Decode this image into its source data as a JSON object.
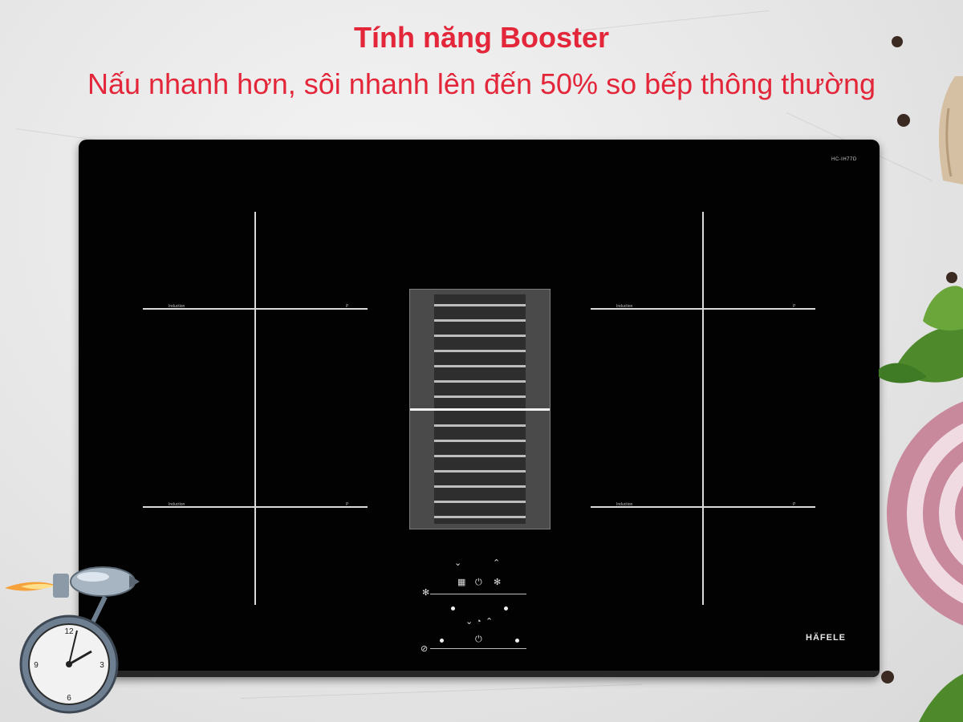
{
  "header": {
    "title": "Tính năng Booster",
    "subtitle": "Nấu nhanh hơn, sôi nhanh lên đến 50% so  bếp thông thường",
    "title_color": "#e3263a"
  },
  "cooktop": {
    "model": "HC-IH77D",
    "brand": "HÄFELE",
    "zones": [
      {
        "label_left": "Induction",
        "label_right": "P"
      },
      {
        "label_left": "Induction",
        "label_right": "P"
      },
      {
        "label_left": "Induction",
        "label_right": "P"
      },
      {
        "label_left": "Induction",
        "label_right": "P"
      }
    ]
  },
  "icons": {
    "fan": "fan-icon",
    "power": "power-icon",
    "timer": "timer-icon",
    "up": "chevron-up-icon",
    "down": "chevron-down-icon"
  }
}
